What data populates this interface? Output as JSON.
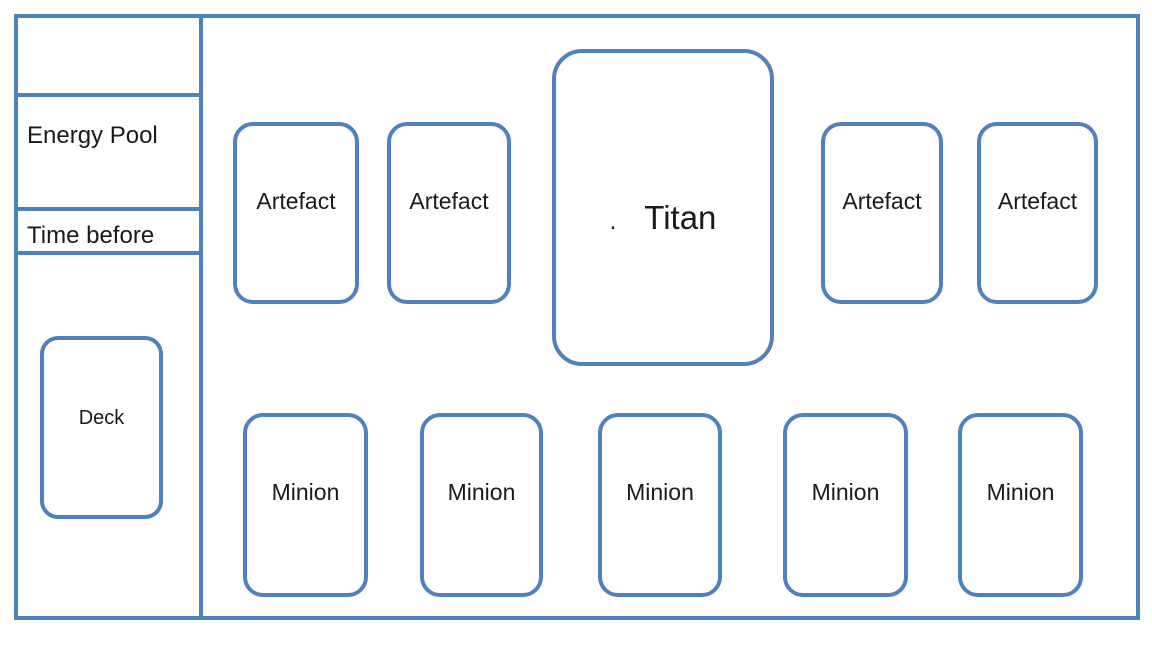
{
  "colors": {
    "stroke": "#4f81bd",
    "text": "#1a1a1a",
    "background": "#ffffff"
  },
  "sidebar": {
    "sections": [
      {
        "id": "top-blank",
        "label": ""
      },
      {
        "id": "energy-pool",
        "label": "Energy Pool"
      },
      {
        "id": "time-before",
        "label": "Time before"
      },
      {
        "id": "deck-area",
        "label": ""
      }
    ],
    "deck_card": {
      "label": "Deck"
    }
  },
  "board": {
    "titan_card": {
      "prefix": ".",
      "label": "Titan"
    },
    "artefact_cards": [
      "Artefact",
      "Artefact",
      "Artefact",
      "Artefact"
    ],
    "minion_cards": [
      "Minion",
      "Minion",
      "Minion",
      "Minion",
      "Minion"
    ]
  }
}
